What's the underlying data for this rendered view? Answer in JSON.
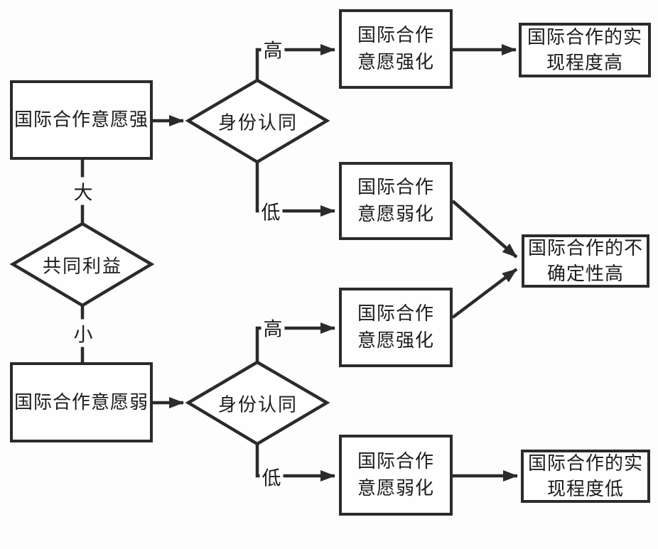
{
  "diagram": {
    "background": "#fdfdfd",
    "line_color": "#2b2b2b",
    "text_color": "#1c1c1c",
    "nodes": {
      "will_strong": {
        "text": "国际合作意愿强"
      },
      "will_weak": {
        "text": "国际合作意愿弱"
      },
      "common_interest": {
        "text": "共同利益"
      },
      "identity_top": {
        "text": "身份认同"
      },
      "identity_bottom": {
        "text": "身份认同"
      },
      "strengthen_top": {
        "line1": "国际合作",
        "line2": "意愿强化"
      },
      "weaken_top": {
        "line1": "国际合作",
        "line2": "意愿弱化"
      },
      "strengthen_bottom": {
        "line1": "国际合作",
        "line2": "意愿强化"
      },
      "weaken_bottom": {
        "line1": "国际合作",
        "line2": "意愿弱化"
      },
      "outcome_realization_high": {
        "line1": "国际合作的实",
        "line2": "现程度高"
      },
      "outcome_uncertainty_high": {
        "line1": "国际合作的不",
        "line2": "确定性高"
      },
      "outcome_realization_low": {
        "line1": "国际合作的实",
        "line2": "现程度低"
      }
    },
    "edge_labels": {
      "interest_big": "大",
      "interest_small": "小",
      "identity_top_high": "高",
      "identity_top_low": "低",
      "identity_bottom_high": "高",
      "identity_bottom_low": "低"
    }
  }
}
